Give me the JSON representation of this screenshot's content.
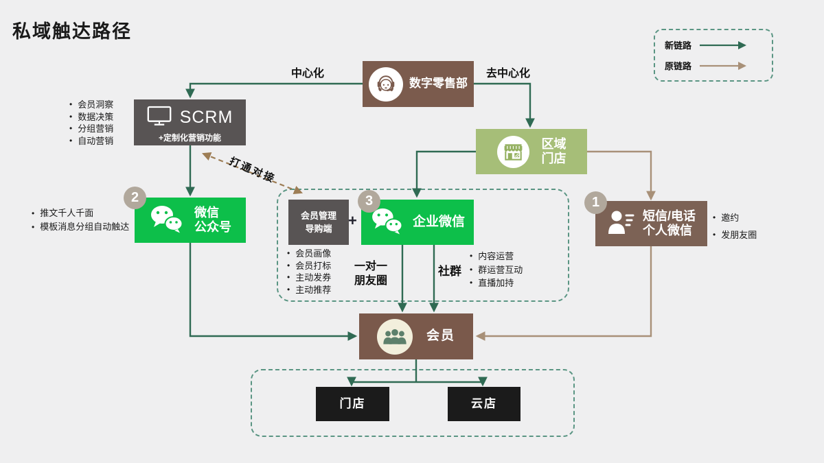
{
  "title": "私域触达路径",
  "legend": {
    "new_label": "新链路",
    "old_label": "原链路"
  },
  "flow": {
    "centralized_label": "中心化",
    "decentralized_label": "去中心化",
    "connect_label": "打通对接",
    "plus_sign": "+",
    "one_to_one": {
      "line1": "一对一",
      "line2": "朋友圈"
    }
  },
  "nodes": {
    "digital_retail": {
      "label": "数字零售部"
    },
    "scrm": {
      "title": "SCRM",
      "subtitle": "+定制化营销功能",
      "bullets": [
        "会员洞察",
        "数据决策",
        "分组营销",
        "自动营销"
      ]
    },
    "regional_store": {
      "line1": "区域",
      "line2": "门店"
    },
    "wechat_oa": {
      "badge": "2",
      "line1": "微信",
      "line2": "公众号",
      "bullets": [
        "推文千人千面",
        "模板消息分组自动触达"
      ]
    },
    "member_mgmt": {
      "line1": "会员管理",
      "line2": "导购端",
      "bullets": [
        "会员画像",
        "会员打标",
        "主动发券",
        "主动推荐"
      ]
    },
    "enterprise_wechat": {
      "badge": "3",
      "label": "企业微信"
    },
    "community": {
      "label": "社群",
      "bullets": [
        "内容运营",
        "群运营互动",
        "直播加持"
      ]
    },
    "sms": {
      "badge": "1",
      "line1": "短信/电话",
      "line2": "个人微信",
      "bullets": [
        "邀约",
        "发朋友圈"
      ]
    },
    "member": {
      "label": "会员"
    },
    "store": {
      "label": "门店"
    },
    "cloud_store": {
      "label": "云店"
    }
  },
  "icons": {
    "digital_retail": "headset-agent-icon",
    "scrm": "monitor-icon",
    "regional_store": "storefront-icon",
    "wechat_oa": "wechat-icon",
    "enterprise_wechat": "wechat-icon",
    "sms": "contact-person-icon",
    "member": "members-group-icon"
  },
  "colors": {
    "background": "#efeff0",
    "new_link_green": "#2f6a53",
    "old_link_tan": "#a89078",
    "connect_dash": "#9d7d55",
    "wechat_green": "#0dbf4a",
    "brown_box": "#7b5b4d",
    "sms_brown": "#7c6255",
    "member_brown": "#7a594b",
    "dark_gray_box": "#585454",
    "olive_box": "#a6be78",
    "black_box": "#1b1b1b",
    "badge_tan": "#b1a89c",
    "dashed_border": "#5a9583",
    "member_circle_cream": "#f2efdc"
  }
}
